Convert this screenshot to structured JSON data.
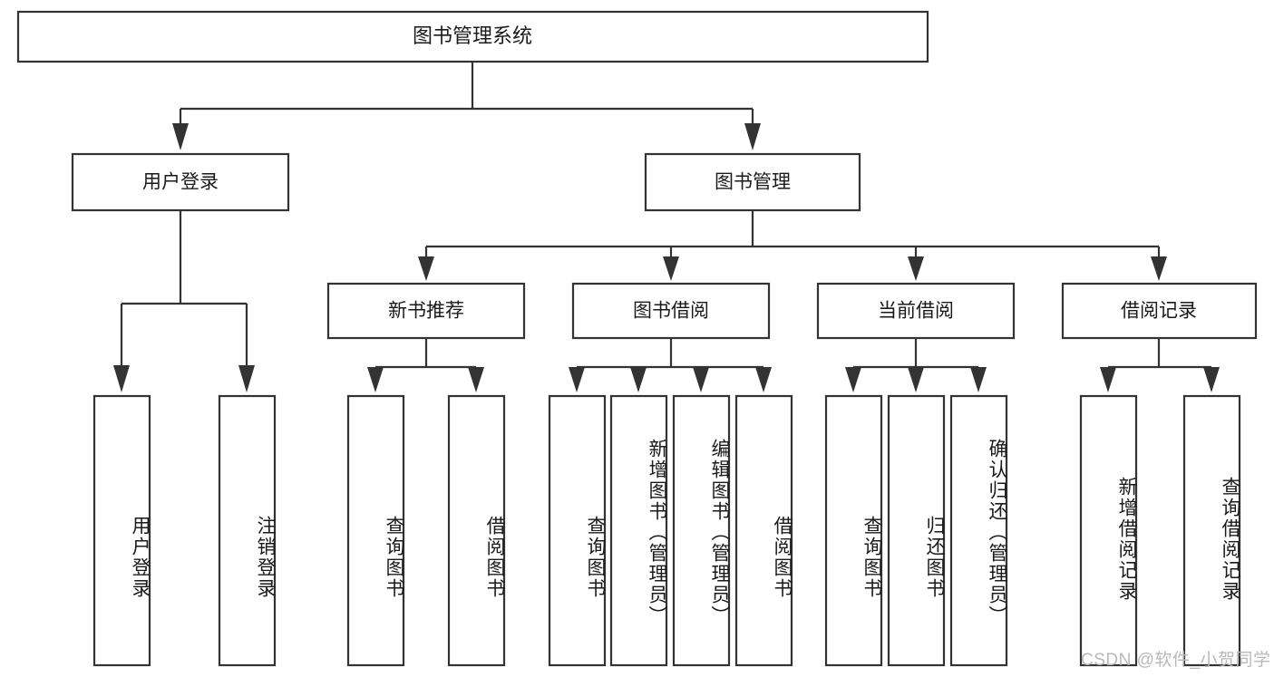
{
  "diagram": {
    "type": "tree",
    "title_node": "图书管理系统",
    "watermark": "CSDN @软件_小贺同学",
    "colors": {
      "background": "#ffffff",
      "box_stroke": "#333333",
      "box_fill": "#ffffff",
      "text": "#1a1a1a",
      "watermark": "#b9b9b9"
    },
    "nodes": {
      "root": {
        "label": "图书管理系统"
      },
      "level2": [
        {
          "id": "user-login",
          "label": "用户登录"
        },
        {
          "id": "book-manage",
          "label": "图书管理"
        }
      ],
      "level3": [
        {
          "id": "new-book-recommend",
          "label": "新书推荐"
        },
        {
          "id": "book-borrow",
          "label": "图书借阅"
        },
        {
          "id": "current-borrow",
          "label": "当前借阅"
        },
        {
          "id": "borrow-record",
          "label": "借阅记录"
        }
      ],
      "leaves": [
        {
          "id": "leaf-user-login",
          "label": "用户登录",
          "parent": "user-login"
        },
        {
          "id": "leaf-logout-login",
          "label": "注销登录",
          "parent": "user-login"
        },
        {
          "id": "leaf-query-book-1",
          "label": "查询图书",
          "parent": "new-book-recommend"
        },
        {
          "id": "leaf-borrow-book-1",
          "label": "借阅图书",
          "parent": "new-book-recommend"
        },
        {
          "id": "leaf-query-book-2",
          "label": "查询图书",
          "parent": "book-borrow"
        },
        {
          "id": "leaf-add-book",
          "label": "新增图书（管理员）",
          "parent": "book-borrow"
        },
        {
          "id": "leaf-edit-book",
          "label": "编辑图书（管理员）",
          "parent": "book-borrow"
        },
        {
          "id": "leaf-borrow-book-2",
          "label": "借阅图书",
          "parent": "book-borrow"
        },
        {
          "id": "leaf-query-book-3",
          "label": "查询图书",
          "parent": "current-borrow"
        },
        {
          "id": "leaf-return-book",
          "label": "归还图书",
          "parent": "current-borrow"
        },
        {
          "id": "leaf-confirm-return",
          "label": "确认归还（管理员）",
          "parent": "current-borrow"
        },
        {
          "id": "leaf-add-record",
          "label": "新增借阅记录",
          "parent": "borrow-record"
        },
        {
          "id": "leaf-query-record",
          "label": "查询借阅记录",
          "parent": "borrow-record"
        }
      ]
    }
  }
}
